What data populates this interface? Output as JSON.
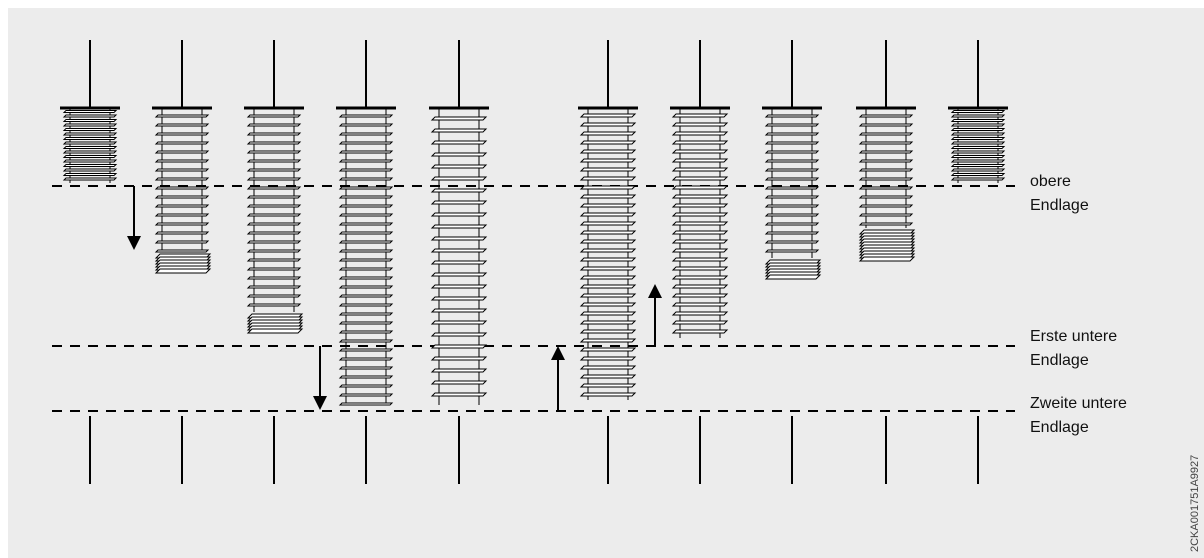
{
  "labels": {
    "upper_end": [
      "obere",
      "Endlage"
    ],
    "first_lower_end": [
      "Erste untere",
      "Endlage"
    ],
    "second_lower_end": [
      "Zweite untere",
      "Endlage"
    ]
  },
  "document_id": "2CKA001751A9927",
  "colors": {
    "ink": "#000000",
    "background": "#ececec"
  }
}
